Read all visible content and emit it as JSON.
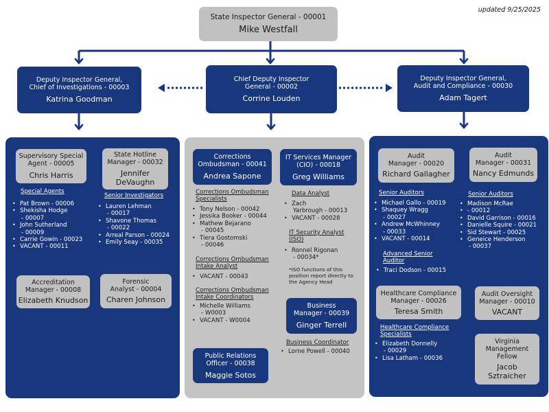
{
  "updated": "updated 9/25/2025",
  "colors": {
    "navy": "#18377d",
    "gray": "#c1c1c1",
    "panel_gray": "#c4c4c4"
  },
  "top": {
    "title": "State Inspector General - 00001",
    "name": "Mike Westfall"
  },
  "deputies": {
    "left": {
      "title_line1": "Deputy Inspector General,",
      "title_line2": "Chief of Investigations - 00003",
      "name": "Katrina Goodman"
    },
    "center": {
      "title_line1": "Chief Deputy Inspector",
      "title_line2": "General - 00002",
      "name": "Corrine Louden"
    },
    "right": {
      "title_line1": "Deputy Inspector General,",
      "title_line2": "Audit and Compliance - 00030",
      "name": "Adam Tagert"
    }
  },
  "investigations": {
    "supervisory": {
      "title_line1": "Supervisory Special",
      "title_line2": "Agent - 00005",
      "name": "Chris Harris"
    },
    "hotline": {
      "title_line1": "State Hotline",
      "title_line2": "Manager - 00032",
      "name_line1": "Jennifer",
      "name_line2": "DeVaughn"
    },
    "special_agents": {
      "heading": "Special Agents",
      "items": [
        "Pat Brown - 00006",
        "Shekisha Hodge",
        "- 00007",
        "John Sutherland",
        "- 00009",
        "Carrie Gowin - 00023",
        "VACANT - 00011"
      ]
    },
    "senior_investigators": {
      "heading": "Senior Investigators",
      "items": [
        "Lauren Lehman",
        "- 00017",
        "Shavone Thomas",
        "- 00022",
        "Arreal Parson - 00024",
        "Emily Seay - 00035"
      ]
    },
    "accreditation": {
      "title_line1": "Accreditation",
      "title_line2": "Manager - 00008",
      "name": "Elizabeth Knudson"
    },
    "forensic": {
      "title_line1": "Forensic",
      "title_line2": "Analyst - 00004",
      "name": "Charen Johnson"
    }
  },
  "chief_deputy": {
    "ombudsman": {
      "title_line1": "Corrections",
      "title_line2": "Ombudsman - 00041",
      "name": "Andrea Sapone"
    },
    "it_manager": {
      "title_line1": "IT Services Manager",
      "title_line2": "(CIO) - 00018",
      "name": "Greg Williams"
    },
    "ombudsman_specialists": {
      "heading_line1": "Corrections Ombudsman",
      "heading_line2": "Specialists",
      "items": [
        "Tony Nelson - 00042",
        "Jessika Booker - 00044",
        "Mathew Bejarano",
        "- 00045",
        "Tiera Gostomski",
        "- 00046"
      ]
    },
    "intake_analyst": {
      "heading_line1": "Corrections Ombudsman",
      "heading_line2": "Intake Analyst",
      "items": [
        "VACANT - 00043"
      ]
    },
    "intake_coordinators": {
      "heading_line1": "Corrections Ombudsman",
      "heading_line2": "Intake Coordinators",
      "items": [
        "Michelle Williams",
        "- W0003",
        "VACANT - W0004"
      ]
    },
    "data_analyst": {
      "heading": "Data Analyst",
      "items": [
        "Zach",
        "Yarbrough - 00013",
        "VACANT - 00028"
      ]
    },
    "it_security": {
      "heading_line1": "IT Security Analyst",
      "heading_line2": "(ISO)",
      "items": [
        "Ronnel Rigonan",
        "- 00034*"
      ]
    },
    "iso_note": "*ISO functions of this position report directly to the Agency Head",
    "business_manager": {
      "title_line1": "Business",
      "title_line2": "Manager - 00039",
      "name": "Ginger Terrell"
    },
    "business_coordinator": {
      "heading": "Business Coordinator",
      "items": [
        "Lorne Powell - 00040"
      ]
    },
    "public_relations": {
      "title_line1": "Public Relations",
      "title_line2": "Officer - 00038",
      "name": "Maggie Sotos"
    }
  },
  "audit": {
    "manager1": {
      "title_line1": "Audit",
      "title_line2": "Manager - 00020",
      "name": "Richard Gallagher"
    },
    "manager2": {
      "title_line1": "Audit",
      "title_line2": "Manager - 00031",
      "name": "Nancy Edmunds"
    },
    "senior_auditors_1": {
      "heading": "Senior Auditors",
      "items": [
        "Michael Gallo - 00019",
        "Shaquey Wragg",
        "- 00027",
        "Andrew McWhinney",
        "- 00033",
        "VACANT - 00014"
      ]
    },
    "advanced_senior": {
      "heading_line1": "Advanced Senior",
      "heading_line2": "Auditor",
      "items": [
        "Traci Dodson - 00015"
      ]
    },
    "senior_auditors_2": {
      "heading": "Senior Auditors",
      "items": [
        "Madison McRae",
        "- 00012",
        "David Garrison - 00016",
        "Danielle Squire - 00021",
        "Sid Stewart - 00025",
        "Geneice Henderson",
        "- 00037"
      ]
    },
    "healthcare_manager": {
      "title_line1": "Healthcare Compliance",
      "title_line2": "Manager - 00026",
      "name": "Teresa Smith"
    },
    "healthcare_specialists": {
      "heading_line1": "Healthcare Compliance",
      "heading_line2": "Specialists",
      "items": [
        "Elizabeth Donnelly",
        "- 00029",
        "Lisa Latham - 00036"
      ]
    },
    "oversight": {
      "title_line1": "Audit Oversight",
      "title_line2": "Manager - 00010",
      "name": "VACANT"
    },
    "fellow": {
      "title_line1": "Virginia",
      "title_line2": "Management",
      "title_line3": "Fellow",
      "name_line1": "Jacob",
      "name_line2": "Sztraicher"
    }
  }
}
